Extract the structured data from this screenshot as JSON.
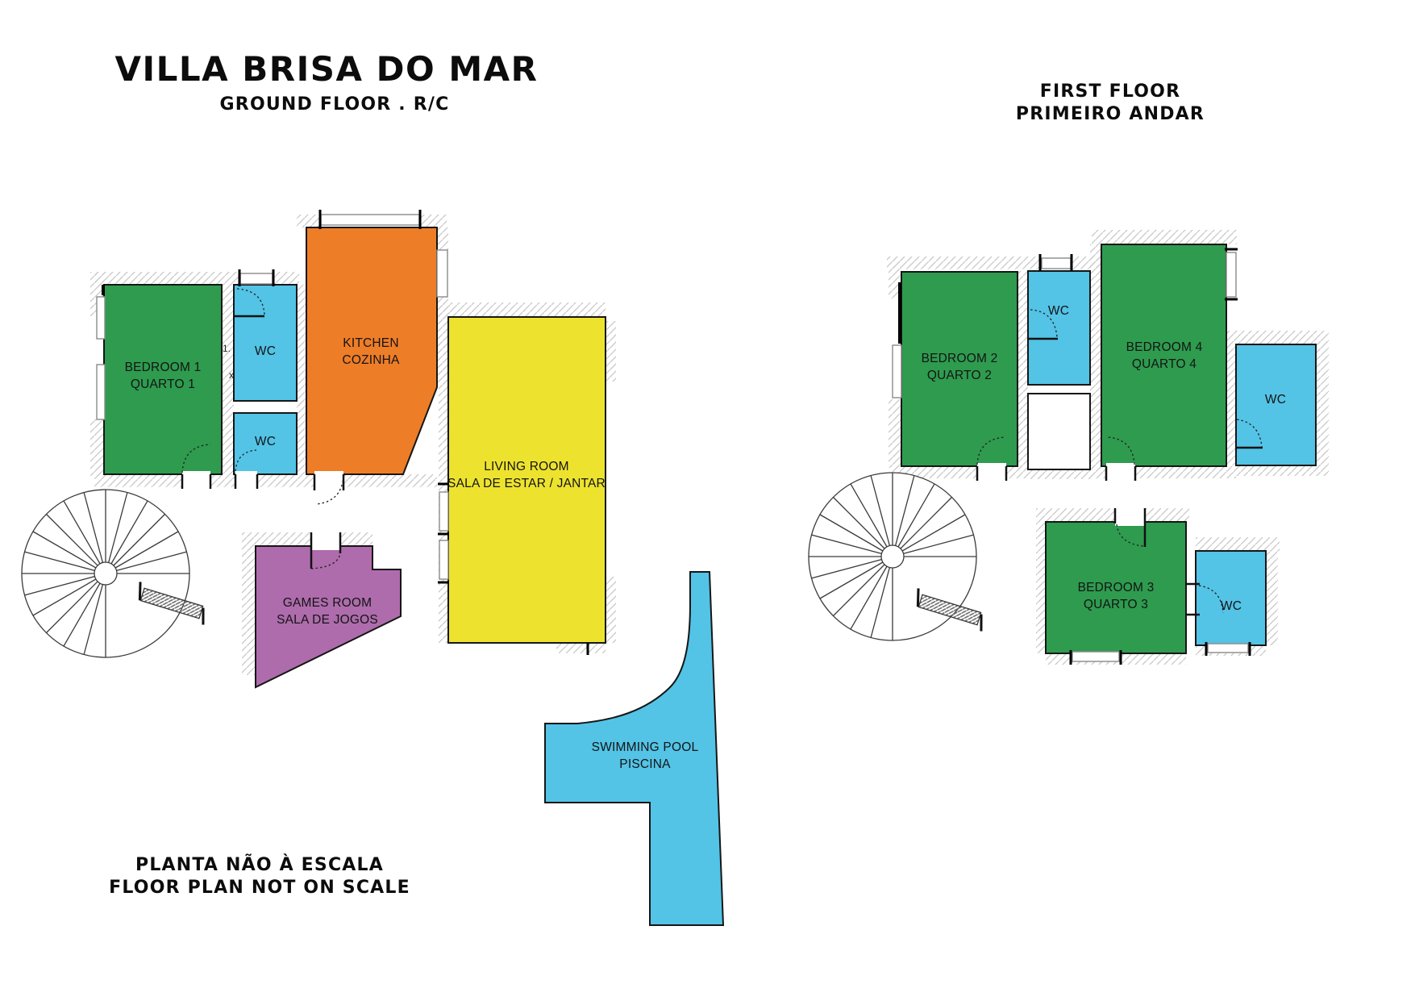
{
  "ground_floor": {
    "title": "VILLA BRISA DO MAR",
    "subtitle": "GROUND FLOOR . R/C",
    "rooms": {
      "bedroom1": {
        "name_en": "BEDROOM 1",
        "name_pt": "QUARTO 1",
        "color": "#2E9B4F"
      },
      "wc_top": {
        "name": "WC",
        "color": "#53C3E6"
      },
      "wc_bottom": {
        "name": "WC",
        "color": "#53C3E6"
      },
      "kitchen": {
        "name_en": "KITCHEN",
        "name_pt": "COZINHA",
        "color": "#EE7D28"
      },
      "living_room": {
        "name_en": "LIVING ROOM",
        "name_pt": "SALA DE ESTAR / JANTAR",
        "color": "#EDE32F"
      },
      "games_room": {
        "name_en": "GAMES ROOM",
        "name_pt": "SALA DE JOGOS",
        "color": "#AE6CAC"
      },
      "pool": {
        "name_en": "SWIMMING POOL",
        "name_pt": "PISCINA",
        "color": "#53C3E6"
      }
    },
    "annotations": {
      "dim_a": "1.",
      "dim_b": "x"
    }
  },
  "first_floor": {
    "title_line1": "FIRST FLOOR",
    "title_line2": "PRIMEIRO ANDAR",
    "rooms": {
      "bedroom2": {
        "name_en": "BEDROOM 2",
        "name_pt": "QUARTO 2",
        "color": "#2E9B4F"
      },
      "wc2": {
        "name": "WC",
        "color": "#53C3E6"
      },
      "bedroom4": {
        "name_en": "BEDROOM 4",
        "name_pt": "QUARTO 4",
        "color": "#2E9B4F"
      },
      "wc4": {
        "name": "WC",
        "color": "#53C3E6"
      },
      "bedroom3": {
        "name_en": "BEDROOM 3",
        "name_pt": "QUARTO 3",
        "color": "#2E9B4F"
      },
      "wc3": {
        "name": "WC",
        "color": "#53C3E6"
      }
    }
  },
  "footer": {
    "line1": "PLANTA NÃO À ESCALA",
    "line2": "FLOOR PLAN NOT ON SCALE"
  }
}
